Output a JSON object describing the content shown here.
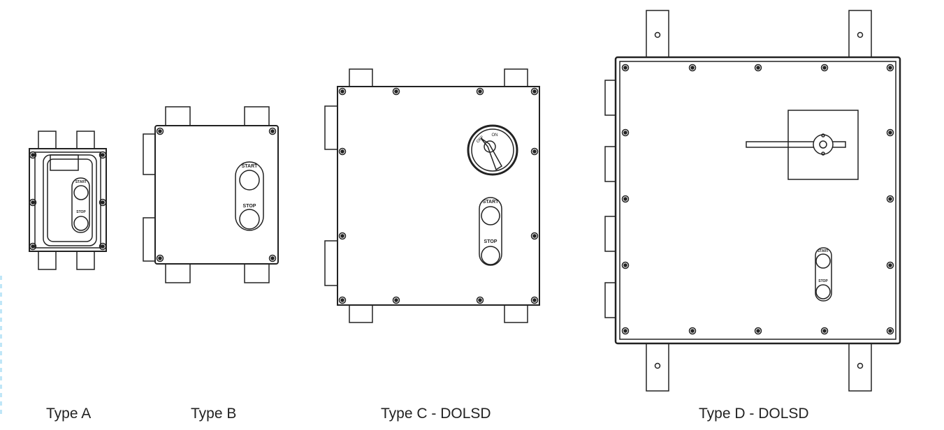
{
  "diagram": {
    "types": [
      {
        "id": "a",
        "caption": "Type A",
        "start_label": "START",
        "stop_label": "STOP"
      },
      {
        "id": "b",
        "caption": "Type B",
        "start_label": "START",
        "stop_label": "STOP"
      },
      {
        "id": "c",
        "caption": "Type C - DOLSD",
        "start_label": "START",
        "stop_label": "STOP",
        "switch_on": "ON",
        "switch_off": "OFF"
      },
      {
        "id": "d",
        "caption": "Type D - DOLSD",
        "start_label": "START",
        "stop_label": "STOP"
      }
    ]
  },
  "colors": {
    "line": "#222222",
    "fill": "#ffffff"
  }
}
